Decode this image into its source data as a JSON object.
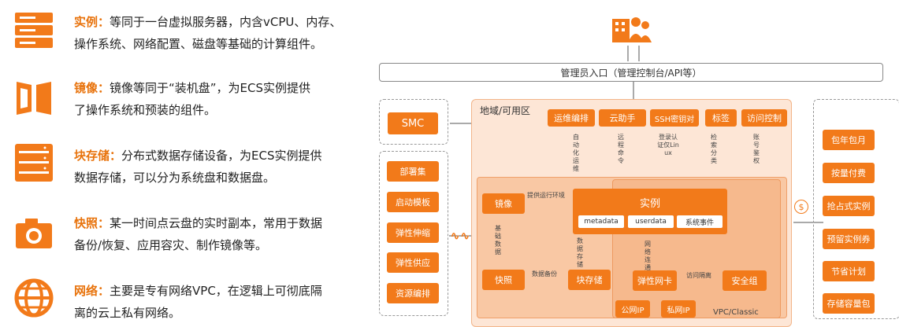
{
  "features": [
    {
      "title": "实例：",
      "line1": "等同于一台虚拟服务器，内含vCPU、内存、",
      "line2": "操作系统、网络配置、磁盘等基础的计算组件。",
      "icon": "server-icon"
    },
    {
      "title": "镜像：",
      "line1": "镜像等同于“装机盘”，为ECS实例提供",
      "line2": "了操作系统和预装的组件。",
      "icon": "image-mirror-icon"
    },
    {
      "title": "块存储：",
      "line1": "分布式数据存储设备，为ECS实例提供",
      "line2": "数据存储，可以分为系统盘和数据盘。",
      "icon": "block-storage-icon"
    },
    {
      "title": "快照：",
      "line1": "某一时间点云盘的实时副本，常用于数据",
      "line2": "备份/恢复、应用容灾、制作镜像等。",
      "icon": "camera-icon"
    },
    {
      "title": "网络：",
      "line1": "主要是专有网络VPC，在逻辑上可彻底隔",
      "line2": "离的云上私有网络。",
      "icon": "globe-icon"
    }
  ],
  "diagram": {
    "admin_entry": "管理员入口（管理控制台/API等）",
    "smc": "SMC",
    "region": "地域/可用区",
    "left_buttons": [
      "部署集",
      "启动模板",
      "弹性伸缩",
      "弹性供应",
      "资源编排"
    ],
    "top_services": [
      "运维编排",
      "云助手",
      "SSH密钥对",
      "标签",
      "访问控制"
    ],
    "service_notes": [
      "自动化运维",
      "远程命令",
      "登录认证仅Linux",
      "检索分类",
      "账号鉴权"
    ],
    "instance": "实例",
    "instance_items": [
      "metadata",
      "userdata",
      "系统事件"
    ],
    "image": "镜像",
    "image_note": "提供运行环境",
    "snapshot": "快照",
    "snapshot_note": "基础数据",
    "backup_note": "数据备份",
    "storage_note": "数据存储",
    "block_storage": "块存储",
    "eni": "弹性网卡",
    "eni_note": "网络连通",
    "isolation_note": "访问隔离",
    "security_group": "安全组",
    "public_ip": "公网IP",
    "private_ip": "私网IP",
    "vpc_label": "VPC/Classic",
    "billing_buttons": [
      "包年包月",
      "按量付费",
      "抢占式实例",
      "预留实例券",
      "节省计划",
      "存储容量包"
    ],
    "dollar": "$",
    "wave": "∿∿"
  },
  "colors": {
    "accent": "#f27a1a",
    "title": "#e8730c",
    "region_bg": "#fde6d6",
    "inner_bg": "#f9c8a4",
    "inner2_bg": "#f6b98d"
  }
}
